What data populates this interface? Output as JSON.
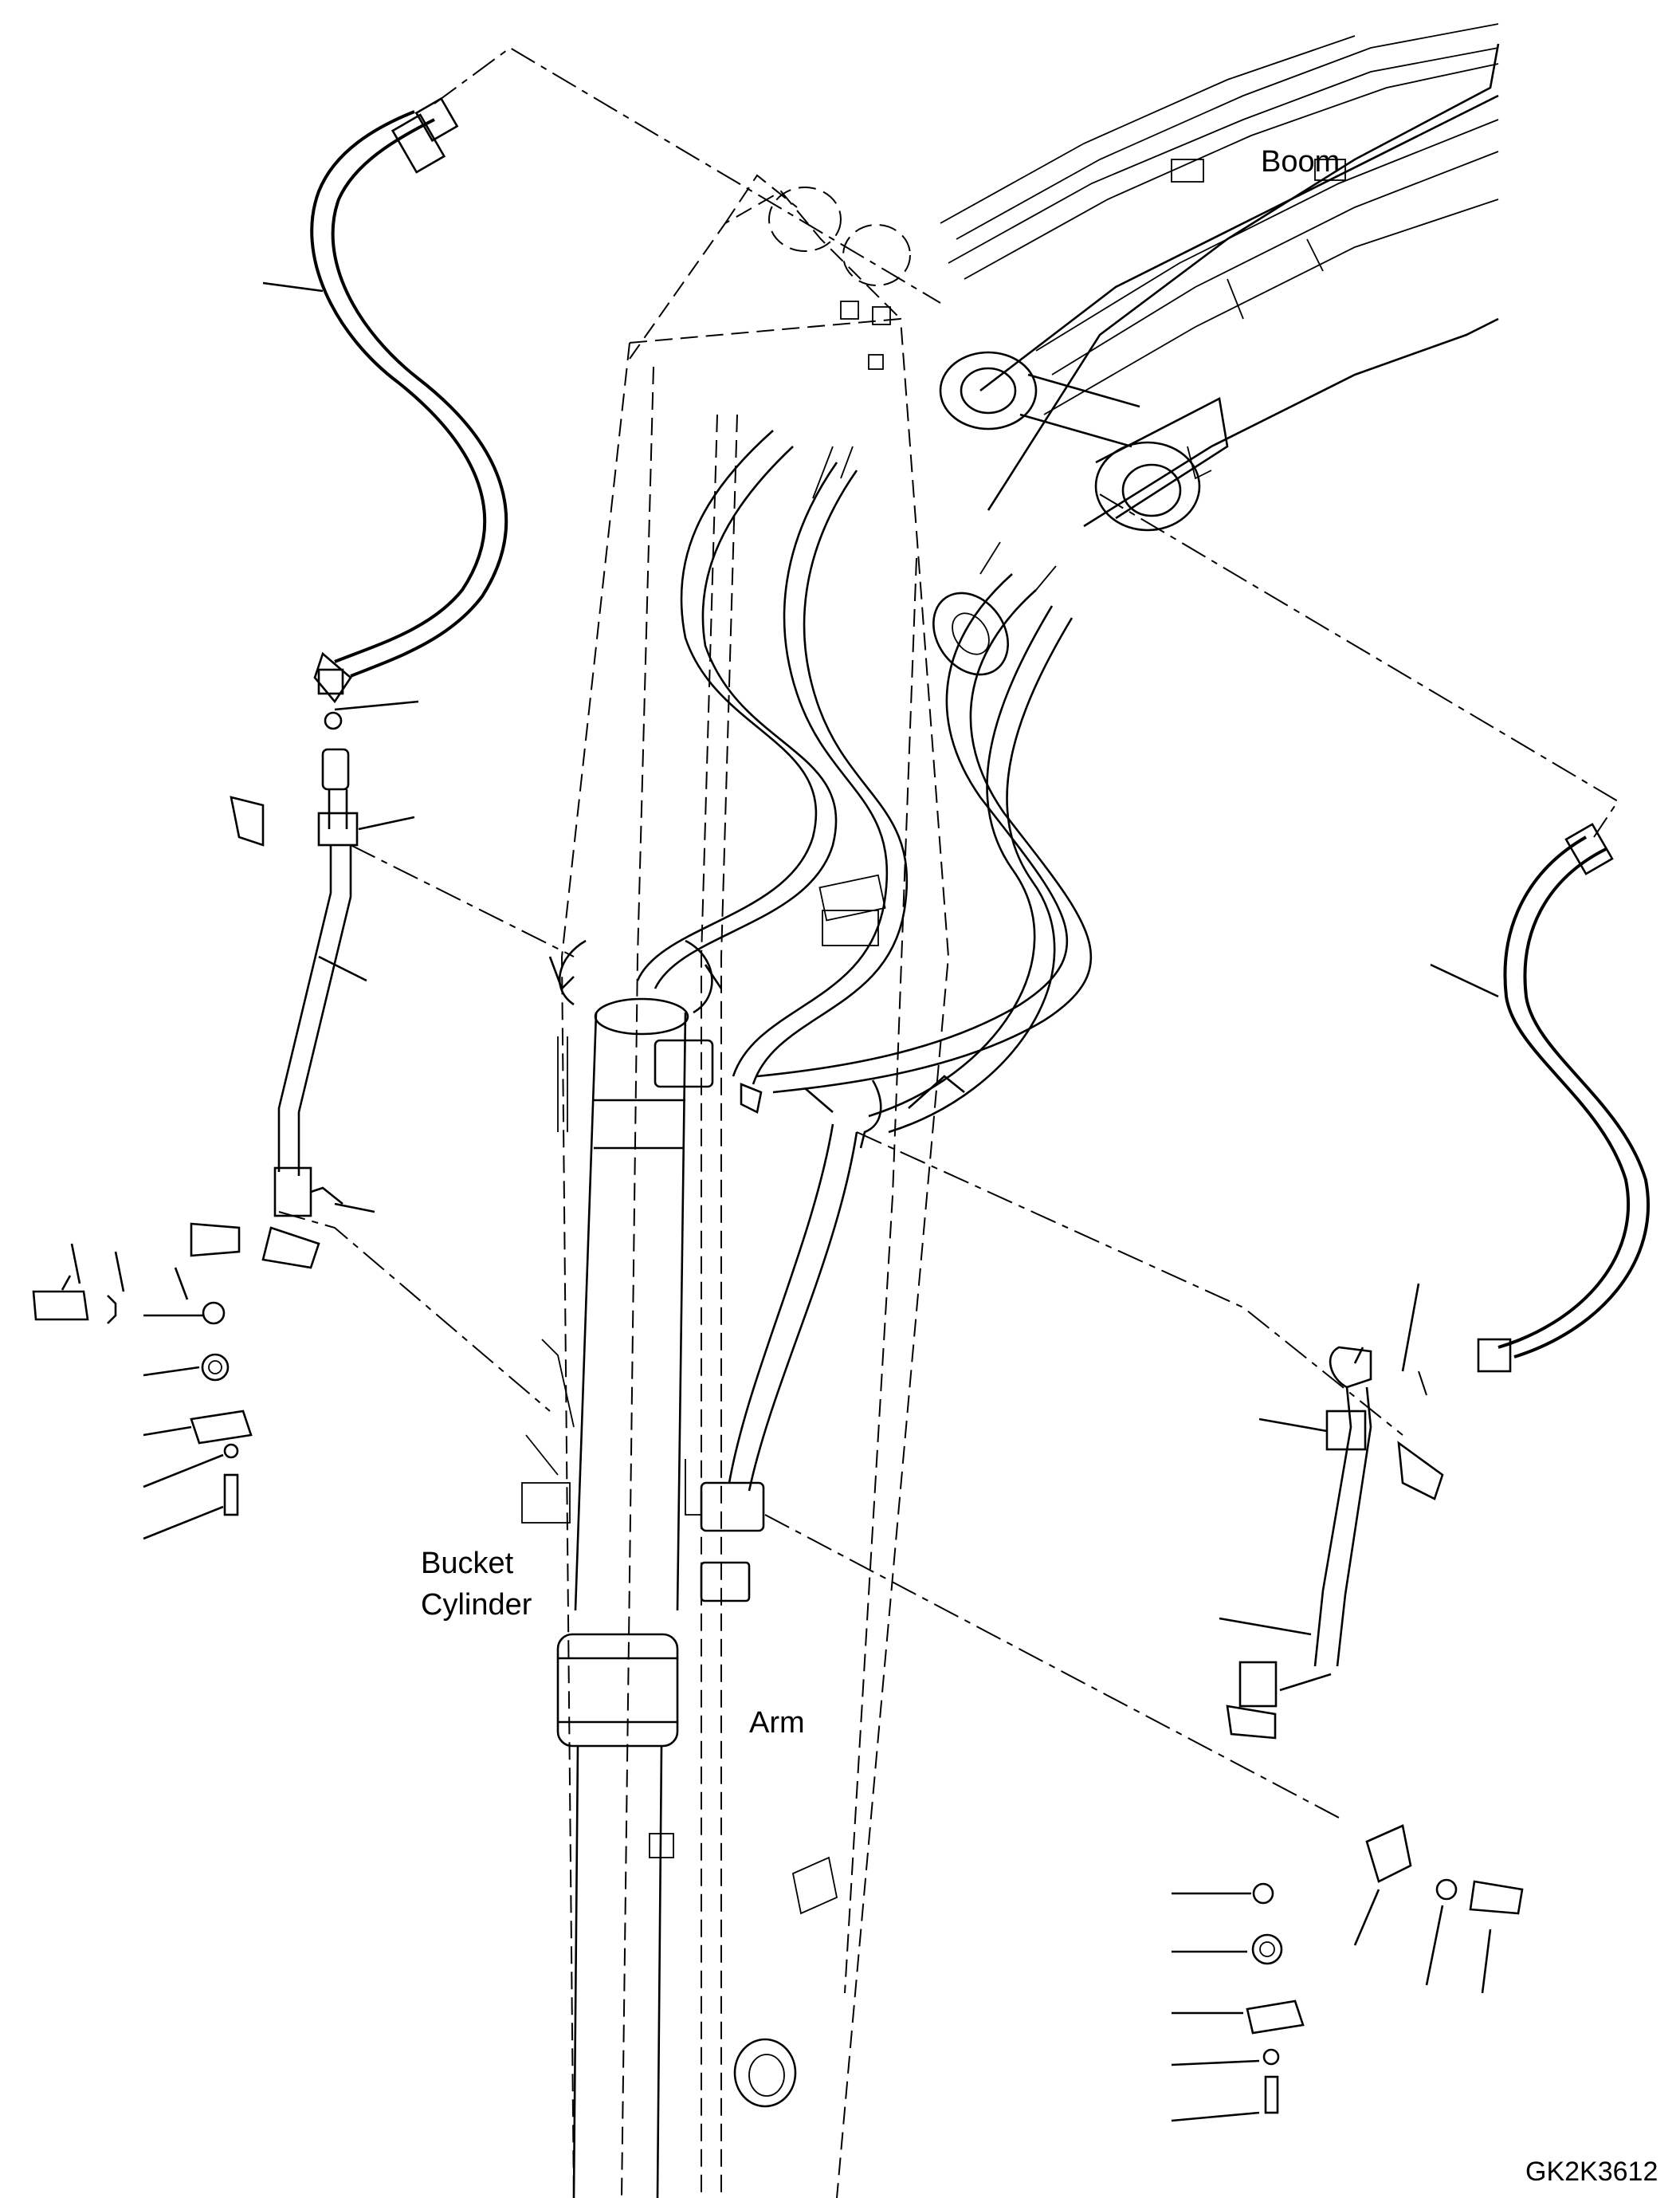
{
  "labels": {
    "boom": "Boom",
    "bucket_cylinder_line1": "Bucket",
    "bucket_cylinder_line2": "Cylinder",
    "arm": "Arm"
  },
  "drawing_code": "GK2K3612",
  "colors": {
    "ink": "#000000",
    "background": "#ffffff"
  }
}
